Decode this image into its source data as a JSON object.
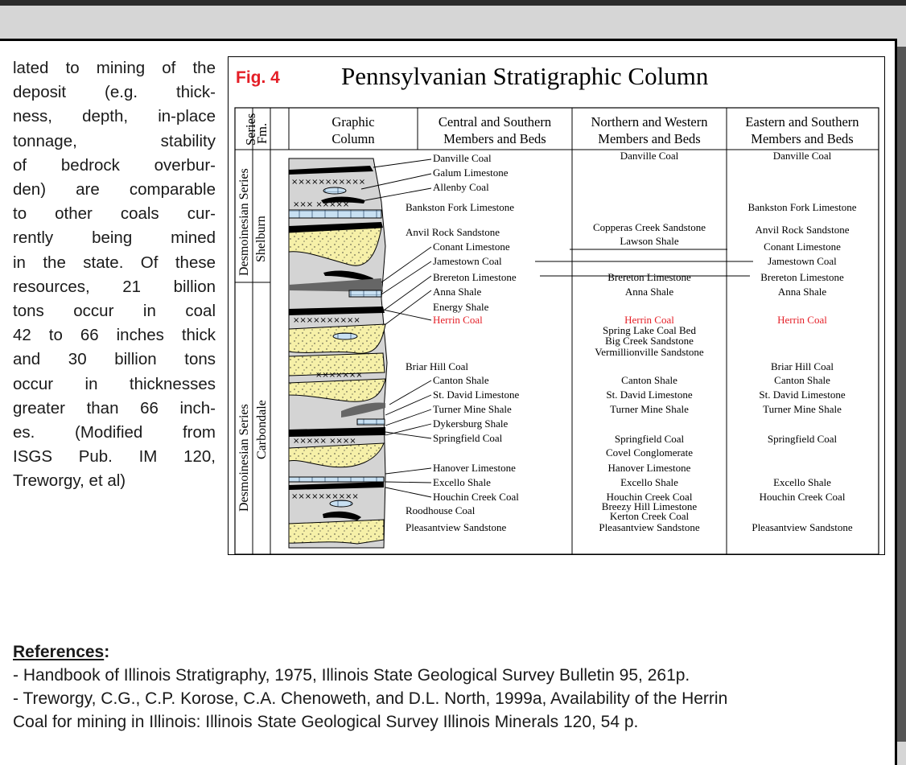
{
  "paragraph_lines": [
    "lated to mining of the",
    "deposit (e.g. thick-",
    "ness, depth, in-place",
    "tonnage,      stability",
    "of bedrock overbur-",
    "den) are comparable",
    "to other coals cur-",
    "rently being mined",
    "in the state. Of these",
    "resources, 21 billion",
    "tons occur in coal",
    "42 to 66 inches thick",
    "and 30 billion tons",
    "occur in thicknesses",
    "greater than 66 inch-",
    "es. (Modified from",
    "ISGS Pub. IM 120,",
    "Treworgy, et al)"
  ],
  "figure": {
    "tag": "Fig. 4",
    "title": "Pennsylvanian Stratigraphic Column",
    "headers": {
      "series": "Series",
      "fm": "Fm.",
      "graphic_1": "Graphic",
      "graphic_2": "Column",
      "central_1": "Central and Southern",
      "central_2": "Members and Beds",
      "northern_1": "Northern and Western",
      "northern_2": "Members and Beds",
      "eastern_1": "Eastern and Southern",
      "eastern_2": "Members and Beds"
    },
    "series_upper": "Desmoinesian Series",
    "series_lower": "Desmoinesian Series",
    "formation_upper": "Shelburn",
    "formation_lower": "Carbondale",
    "central_beds": [
      "Danville Coal",
      "Galum Limestone",
      "Allenby Coal",
      "Bankston Fork Limestone",
      "Anvil Rock Sandstone",
      "Conant Limestone",
      "Jamestown Coal",
      "Brereton Limestone",
      "Anna Shale",
      "Energy Shale",
      "Herrin Coal",
      "Briar Hill Coal",
      "Canton Shale",
      "St. David Limestone",
      "Turner Mine Shale",
      "Dykersburg Shale",
      "Springfield Coal",
      "Hanover Limestone",
      "Excello Shale",
      "Houchin Creek Coal",
      "Roodhouse Coal",
      "Pleasantview Sandstone"
    ],
    "northern_beds": [
      "Danville Coal",
      "Copperas Creek Sandstone",
      "Lawson Shale",
      "Brereton Limestone",
      "Anna Shale",
      "Herrin Coal",
      "Spring Lake Coal Bed",
      "Big Creek Sandstone",
      "Vermillionville Sandstone",
      "Canton Shale",
      "St. David Limestone",
      "Turner Mine Shale",
      "Springfield Coal",
      "Covel Conglomerate",
      "Hanover Limestone",
      "Excello Shale",
      "Houchin Creek Coal",
      "Breezy Hill Limestone",
      "Kerton Creek Coal",
      "Pleasantview Sandstone"
    ],
    "eastern_beds": [
      "Danville Coal",
      "Bankston Fork Limestone",
      "Anvil Rock Sandstone",
      "Conant Limestone",
      "Jamestown Coal",
      "Brereton Limestone",
      "Anna Shale",
      "Herrin Coal",
      "Briar Hill Coal",
      "Canton Shale",
      "St. David Limestone",
      "Turner Mine Shale",
      "Springfield Coal",
      "Excello Shale",
      "Houchin Creek Coal",
      "Pleasantview Sandstone"
    ],
    "highlight_color": "#e41e26"
  },
  "references": {
    "heading": "References",
    "colon": ":",
    "items": [
      "- Handbook of Illinois Stratigraphy, 1975, Illinois State Geological Survey Bulletin 95, 261p.",
      "- Treworgy, C.G., C.P. Korose, C.A. Chenoweth, and D.L. North, 1999a, Availability of the Herrin",
      "Coal for mining in Illinois: Illinois State Geological Survey Illinois Minerals 120, 54 p."
    ]
  }
}
